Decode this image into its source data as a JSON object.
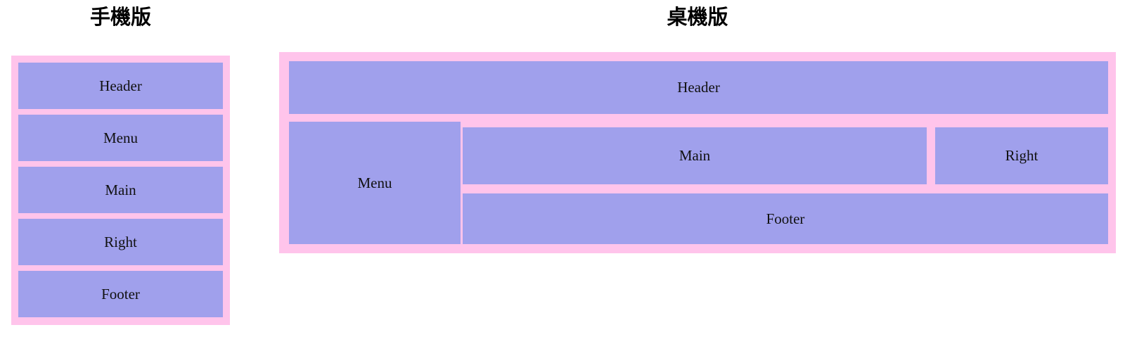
{
  "page": {
    "background_color": "#ffffff",
    "text_color": "#111111"
  },
  "colors": {
    "frame_pink": "#ffc4eb",
    "cell_purple": "#a0a0ec",
    "title_black": "#000000"
  },
  "mobile": {
    "title": "手機版",
    "cells": [
      {
        "label": "Header"
      },
      {
        "label": "Menu"
      },
      {
        "label": "Main"
      },
      {
        "label": "Right"
      },
      {
        "label": "Footer"
      }
    ]
  },
  "desktop": {
    "title": "桌機版",
    "cells": [
      {
        "label": "Header"
      },
      {
        "label": "Menu"
      },
      {
        "label": "Main"
      },
      {
        "label": "Right"
      },
      {
        "label": "Footer"
      }
    ]
  }
}
